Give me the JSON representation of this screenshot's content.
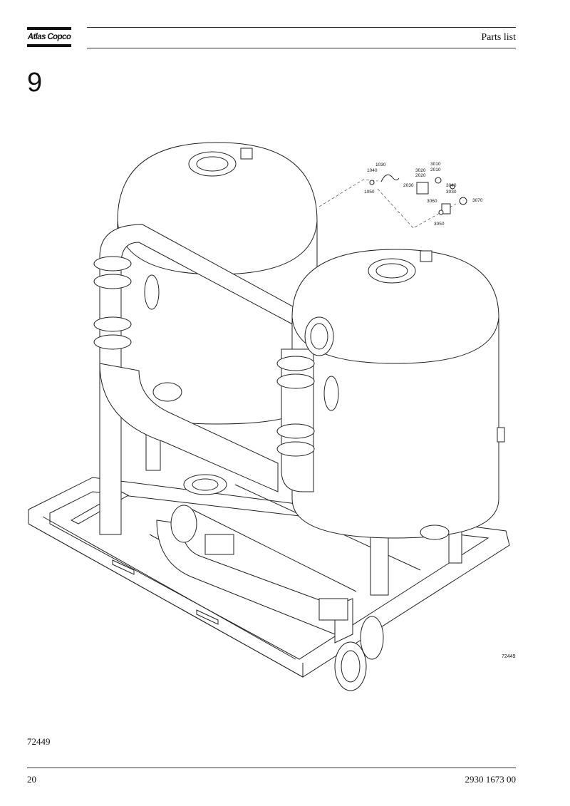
{
  "header": {
    "brand": "Atlas Copco",
    "title": "Parts list"
  },
  "section_number": "9",
  "drawing": {
    "reference": "72449",
    "callouts": [
      "1030",
      "1040",
      "1050",
      "3020",
      "2020",
      "2030",
      "3010",
      "2010",
      "3040",
      "3030",
      "3060",
      "3070",
      "3050"
    ]
  },
  "page_reference": "72449",
  "footer": {
    "page_number": "20",
    "document_number": "2930 1673 00"
  }
}
